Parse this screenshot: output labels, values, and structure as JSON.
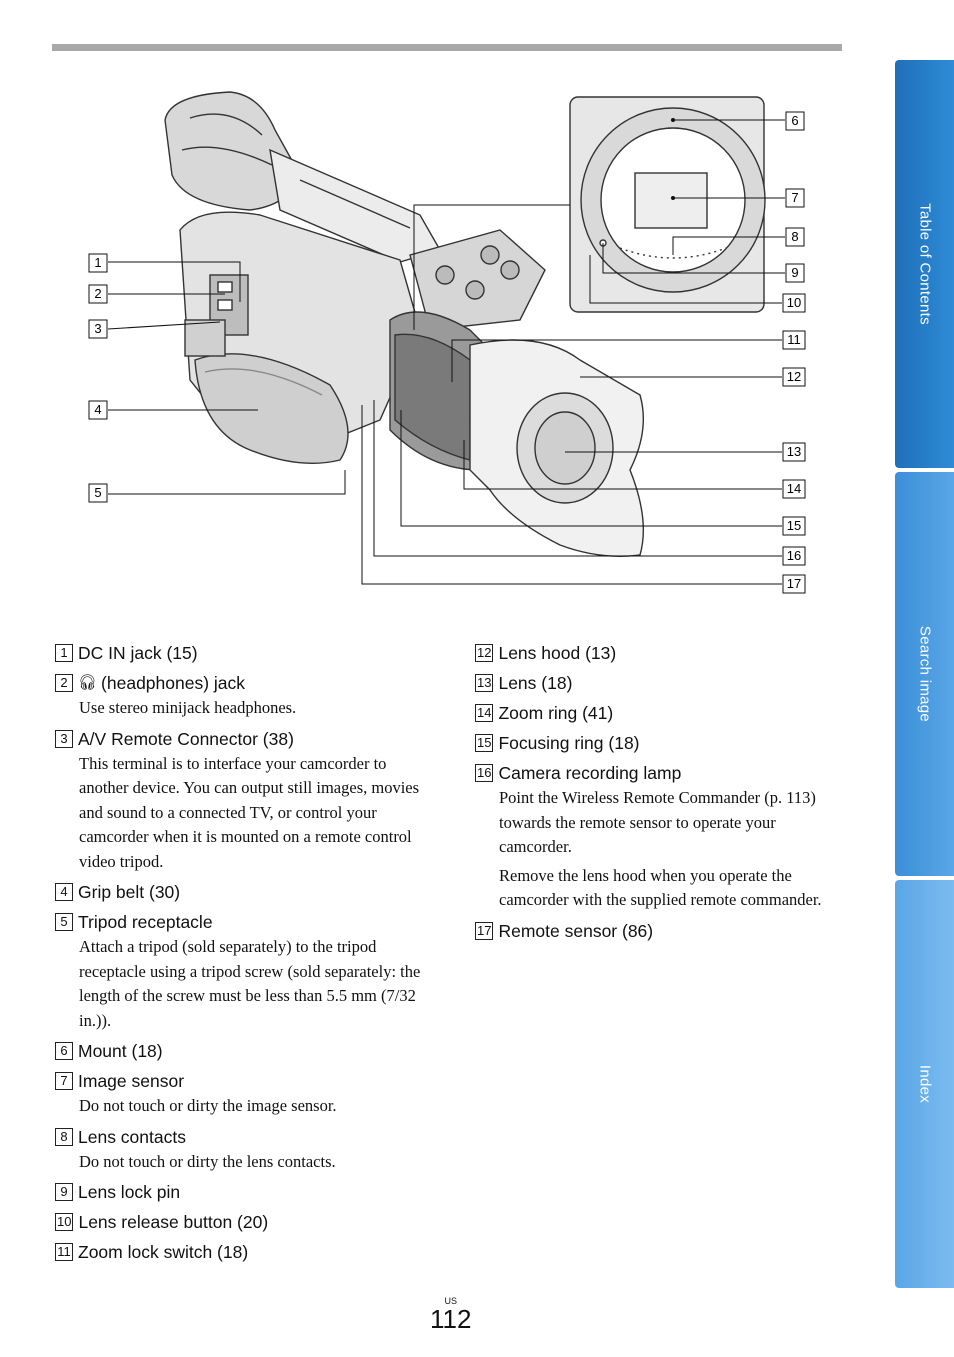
{
  "page": {
    "locale": "US",
    "number": "112"
  },
  "side_tabs": [
    "Table of Contents",
    "Search image",
    "Index"
  ],
  "callouts": [
    "1",
    "2",
    "3",
    "4",
    "5",
    "6",
    "7",
    "8",
    "9",
    "10",
    "11",
    "12",
    "13",
    "14",
    "15",
    "16",
    "17"
  ],
  "items_left": [
    {
      "num": "1",
      "title": "DC IN jack (15)"
    },
    {
      "num": "2",
      "title": "(headphones) jack",
      "icon": "headphones-icon",
      "desc": [
        "Use stereo minijack headphones."
      ]
    },
    {
      "num": "3",
      "title": "A/V Remote Connector (38)",
      "desc": [
        "This terminal is to interface your camcorder to another device. You can output still images, movies and sound to a connected TV, or control your camcorder when it is mounted on a remote control video tripod."
      ]
    },
    {
      "num": "4",
      "title": "Grip belt (30)"
    },
    {
      "num": "5",
      "title": "Tripod receptacle",
      "desc": [
        "Attach a tripod (sold separately) to the tripod receptacle using a tripod screw (sold separately: the length of the screw must be less than 5.5 mm (7/32 in.))."
      ]
    },
    {
      "num": "6",
      "title": "Mount (18)"
    },
    {
      "num": "7",
      "title": "Image sensor",
      "desc": [
        "Do not touch or dirty the image sensor."
      ]
    },
    {
      "num": "8",
      "title": "Lens contacts",
      "desc": [
        "Do not touch or dirty the lens contacts."
      ]
    },
    {
      "num": "9",
      "title": "Lens lock pin"
    },
    {
      "num": "10",
      "title": "Lens release button (20)"
    },
    {
      "num": "11",
      "title": "Zoom lock switch (18)"
    }
  ],
  "items_right": [
    {
      "num": "12",
      "title": "Lens hood (13)"
    },
    {
      "num": "13",
      "title": "Lens (18)"
    },
    {
      "num": "14",
      "title": "Zoom ring (41)"
    },
    {
      "num": "15",
      "title": "Focusing ring (18)"
    },
    {
      "num": "16",
      "title": "Camera recording lamp",
      "desc": [
        "Point the Wireless Remote Commander (p. 113) towards the remote sensor to operate your camcorder.",
        "Remove the lens hood when you operate the camcorder with the supplied remote commander."
      ]
    },
    {
      "num": "17",
      "title": "Remote sensor (86)"
    }
  ],
  "colors": {
    "tab_dark": "#1e6fb8",
    "tab_mid": "#3b8fd8",
    "tab_light": "#7bbcf0",
    "rule": "#a9a9a9"
  }
}
